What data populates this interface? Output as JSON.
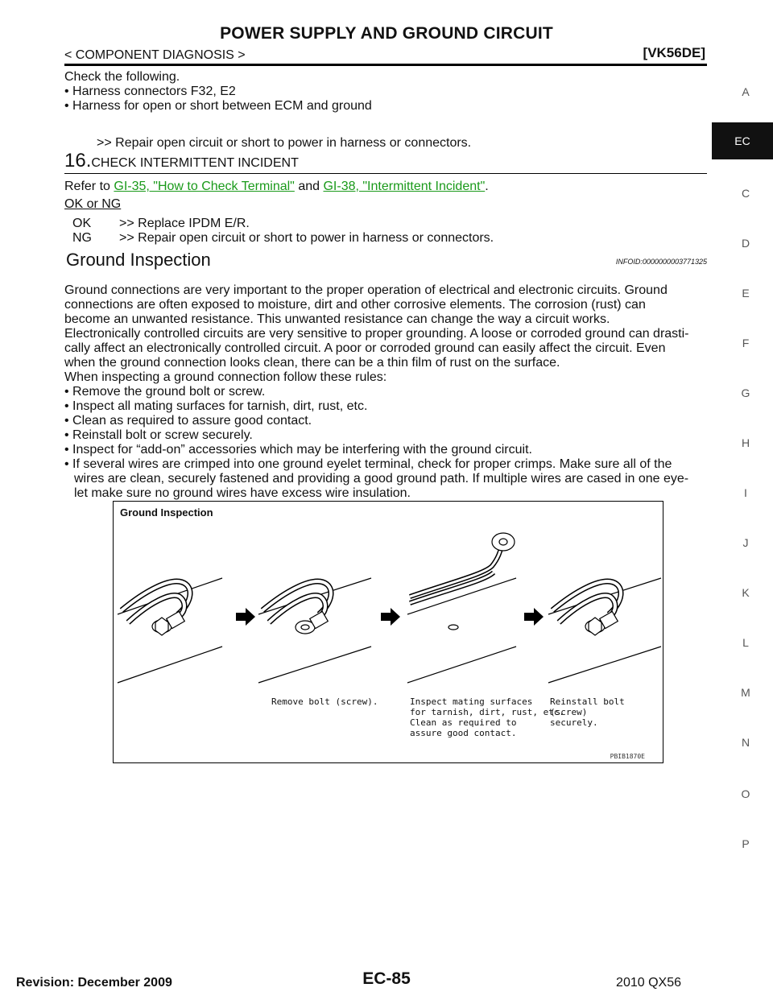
{
  "header": {
    "title": "POWER SUPPLY AND GROUND CIRCUIT",
    "breadcrumb": "< COMPONENT DIAGNOSIS >",
    "code": "[VK56DE]"
  },
  "step15": {
    "intro": "Check the following.",
    "bullets": [
      "• Harness connectors F32, E2",
      "• Harness for open or short between ECM and ground"
    ],
    "result": ">> Repair open circuit or short to power in harness or connectors."
  },
  "step16": {
    "num": "16.",
    "title": "CHECK INTERMITTENT INCIDENT",
    "refer_prefix": "Refer to",
    "link1": "GI-35, \"How to Check Terminal\"",
    "and": "and",
    "link2": "GI-38, \"Intermittent Incident\"",
    "period": ".",
    "okng": "OK or NG",
    "ok_label": "OK",
    "ok_text": ">> Replace IPDM E/R.",
    "ng_label": "NG",
    "ng_text": ">> Repair open circuit or short to power in harness or connectors."
  },
  "section": {
    "title": "Ground Inspection",
    "infoid": "INFOID:0000000003771325",
    "para1_l1": "Ground connections are very important to the proper operation of electrical and electronic circuits. Ground",
    "para1_l2": "connections are often exposed to moisture, dirt and other corrosive elements. The corrosion (rust) can",
    "para1_l3": "become an unwanted resistance. This unwanted resistance can change the way a circuit works.",
    "para2_l1": "Electronically controlled circuits are very sensitive to proper grounding. A loose or corroded ground can drasti-",
    "para2_l2": "cally affect an electronically controlled circuit. A poor or corroded ground can easily affect the circuit. Even",
    "para2_l3": "when the ground connection looks clean, there can be a thin film of rust on the surface.",
    "rules_intro": "When inspecting a ground connection follow these rules:",
    "rules": [
      "• Remove the ground bolt or screw.",
      "• Inspect all mating surfaces for tarnish, dirt, rust, etc.",
      "• Clean as required to assure good contact.",
      "• Reinstall bolt or screw securely.",
      "• Inspect for “add-on” accessories which may be interfering with the ground circuit.",
      "• If several wires are crimped into one ground eyelet terminal, check for proper crimps. Make sure all of the"
    ],
    "rule6_l2": "wires are clean, securely fastened and providing a good ground path. If multiple wires are cased in one eye-",
    "rule6_l3": "let make sure no ground wires have excess wire insulation."
  },
  "figure": {
    "title": "Ground Inspection",
    "cap1": "Remove bolt (screw).",
    "cap2": [
      "Inspect mating surfaces",
      "for tarnish, dirt, rust, etc.",
      "Clean as required to",
      "assure good contact."
    ],
    "cap3": [
      "Reinstall bolt (screw)",
      "securely."
    ],
    "figid": "PBIB1870E"
  },
  "sidebar": {
    "tabs": [
      "A",
      "C",
      "D",
      "E",
      "F",
      "G",
      "H",
      "I",
      "J",
      "K",
      "L",
      "M",
      "N",
      "O",
      "P"
    ],
    "active": "EC"
  },
  "footer": {
    "revision": "Revision: December 2009",
    "page": "EC-85",
    "model": "2010 QX56"
  }
}
